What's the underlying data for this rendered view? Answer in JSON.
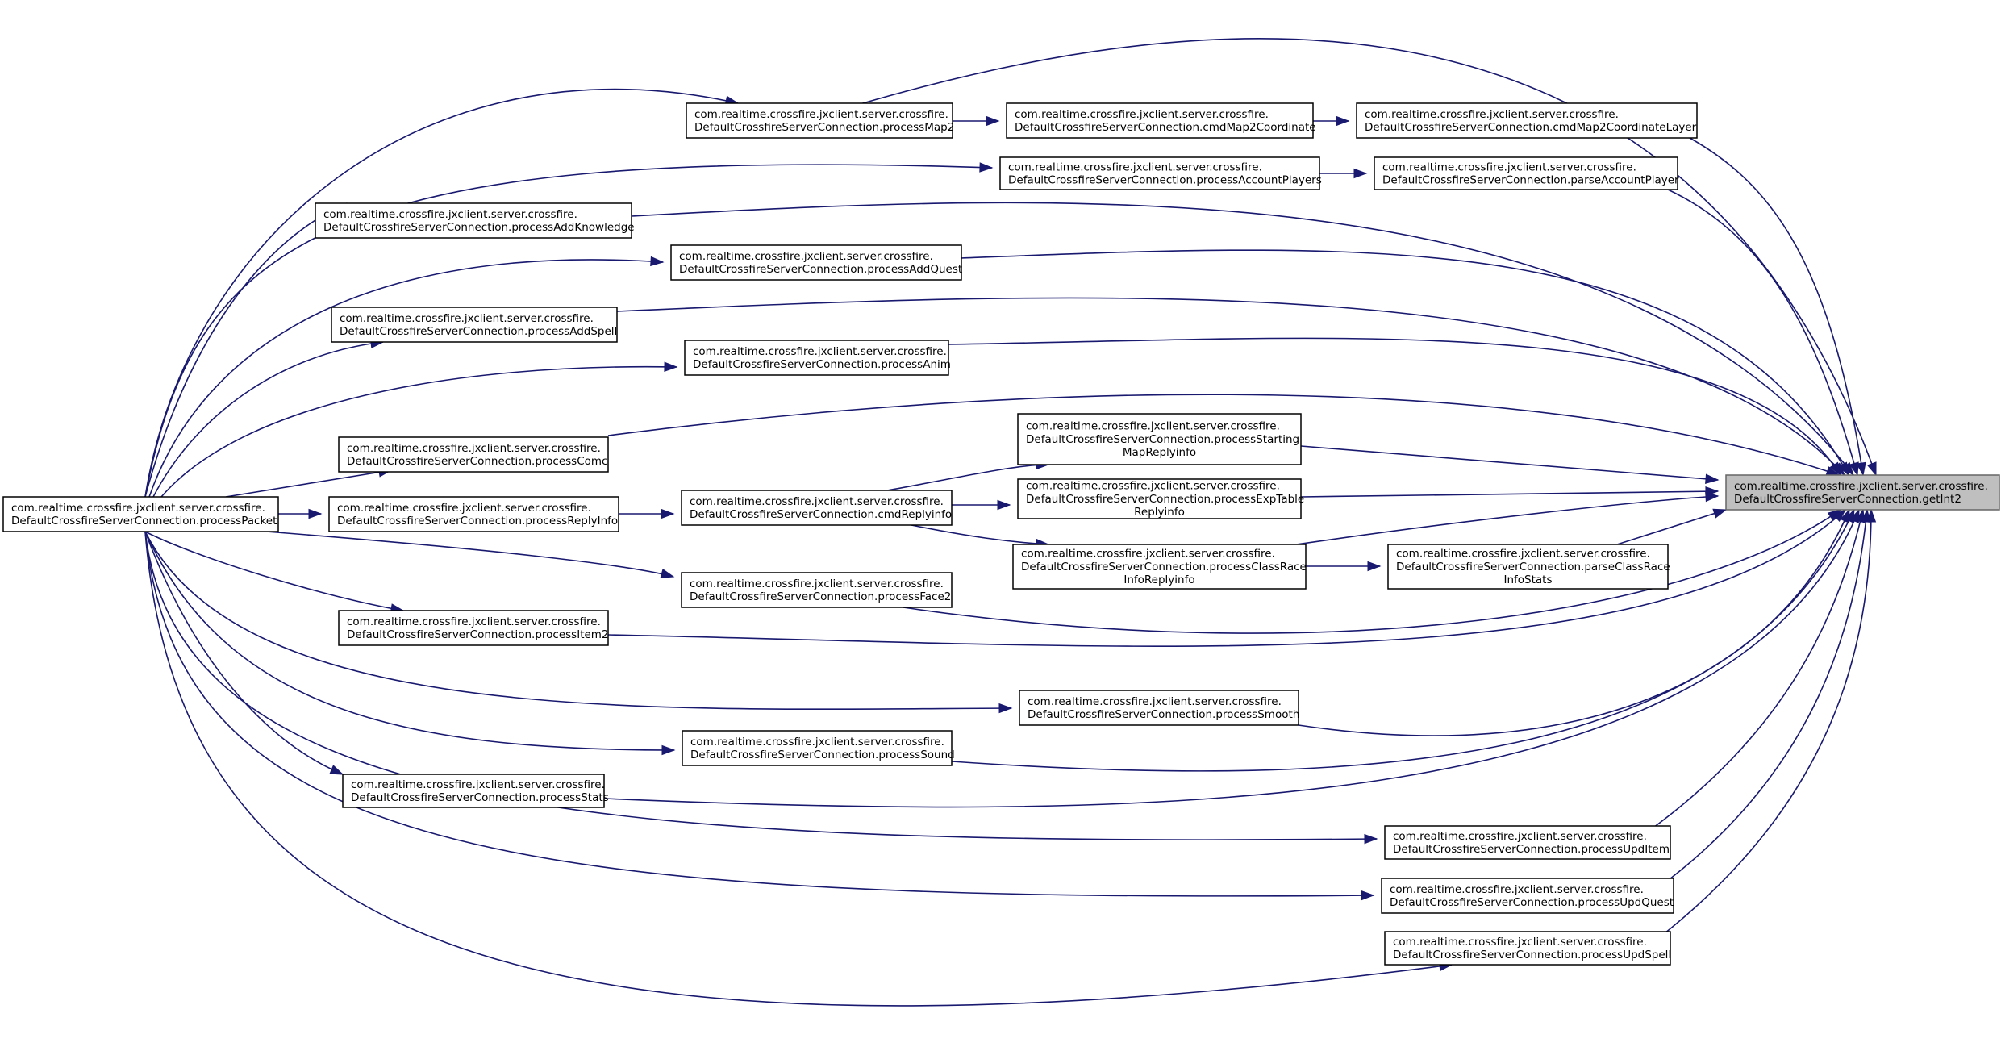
{
  "graph": {
    "pkg_prefix": "com.realtime.crossfire.jxclient.server.crossfire.",
    "nodes": [
      {
        "id": "getInt2",
        "lines": [
          "com.realtime.crossfire.jxclient.server.crossfire.",
          "DefaultCrossfireServerConnection.getInt2"
        ],
        "highlight": true
      },
      {
        "id": "processPacket",
        "lines": [
          "com.realtime.crossfire.jxclient.server.crossfire.",
          "DefaultCrossfireServerConnection.processPacket"
        ]
      },
      {
        "id": "processMap2",
        "lines": [
          "com.realtime.crossfire.jxclient.server.crossfire.",
          "DefaultCrossfireServerConnection.processMap2"
        ]
      },
      {
        "id": "cmdMap2Coordinate",
        "lines": [
          "com.realtime.crossfire.jxclient.server.crossfire.",
          "DefaultCrossfireServerConnection.cmdMap2Coordinate"
        ]
      },
      {
        "id": "cmdMap2CoordinateLayer",
        "lines": [
          "com.realtime.crossfire.jxclient.server.crossfire.",
          "DefaultCrossfireServerConnection.cmdMap2CoordinateLayer"
        ]
      },
      {
        "id": "processAccountPlayers",
        "lines": [
          "com.realtime.crossfire.jxclient.server.crossfire.",
          "DefaultCrossfireServerConnection.processAccountPlayers"
        ]
      },
      {
        "id": "parseAccountPlayer",
        "lines": [
          "com.realtime.crossfire.jxclient.server.crossfire.",
          "DefaultCrossfireServerConnection.parseAccountPlayer"
        ]
      },
      {
        "id": "processAddKnowledge",
        "lines": [
          "com.realtime.crossfire.jxclient.server.crossfire.",
          "DefaultCrossfireServerConnection.processAddKnowledge"
        ]
      },
      {
        "id": "processAddQuest",
        "lines": [
          "com.realtime.crossfire.jxclient.server.crossfire.",
          "DefaultCrossfireServerConnection.processAddQuest"
        ]
      },
      {
        "id": "processAddSpell",
        "lines": [
          "com.realtime.crossfire.jxclient.server.crossfire.",
          "DefaultCrossfireServerConnection.processAddSpell"
        ]
      },
      {
        "id": "processAnim",
        "lines": [
          "com.realtime.crossfire.jxclient.server.crossfire.",
          "DefaultCrossfireServerConnection.processAnim"
        ]
      },
      {
        "id": "processComc",
        "lines": [
          "com.realtime.crossfire.jxclient.server.crossfire.",
          "DefaultCrossfireServerConnection.processComc"
        ]
      },
      {
        "id": "processStartingMapReplyinfo",
        "lines": [
          "com.realtime.crossfire.jxclient.server.crossfire.",
          "DefaultCrossfireServerConnection.processStarting",
          "MapReplyinfo"
        ]
      },
      {
        "id": "processReplyInfo",
        "lines": [
          "com.realtime.crossfire.jxclient.server.crossfire.",
          "DefaultCrossfireServerConnection.processReplyInfo"
        ]
      },
      {
        "id": "cmdReplyinfo",
        "lines": [
          "com.realtime.crossfire.jxclient.server.crossfire.",
          "DefaultCrossfireServerConnection.cmdReplyinfo"
        ]
      },
      {
        "id": "processExpTableReplyinfo",
        "lines": [
          "com.realtime.crossfire.jxclient.server.crossfire.",
          "DefaultCrossfireServerConnection.processExpTable",
          "Replyinfo"
        ]
      },
      {
        "id": "processClassRaceInfoReplyinfo",
        "lines": [
          "com.realtime.crossfire.jxclient.server.crossfire.",
          "DefaultCrossfireServerConnection.processClassRace",
          "InfoReplyinfo"
        ]
      },
      {
        "id": "parseClassRaceInfoStats",
        "lines": [
          "com.realtime.crossfire.jxclient.server.crossfire.",
          "DefaultCrossfireServerConnection.parseClassRace",
          "InfoStats"
        ]
      },
      {
        "id": "processFace2",
        "lines": [
          "com.realtime.crossfire.jxclient.server.crossfire.",
          "DefaultCrossfireServerConnection.processFace2"
        ]
      },
      {
        "id": "processItem2",
        "lines": [
          "com.realtime.crossfire.jxclient.server.crossfire.",
          "DefaultCrossfireServerConnection.processItem2"
        ]
      },
      {
        "id": "processSmooth",
        "lines": [
          "com.realtime.crossfire.jxclient.server.crossfire.",
          "DefaultCrossfireServerConnection.processSmooth"
        ]
      },
      {
        "id": "processSound",
        "lines": [
          "com.realtime.crossfire.jxclient.server.crossfire.",
          "DefaultCrossfireServerConnection.processSound"
        ]
      },
      {
        "id": "processStats",
        "lines": [
          "com.realtime.crossfire.jxclient.server.crossfire.",
          "DefaultCrossfireServerConnection.processStats"
        ]
      },
      {
        "id": "processUpdItem",
        "lines": [
          "com.realtime.crossfire.jxclient.server.crossfire.",
          "DefaultCrossfireServerConnection.processUpdItem"
        ]
      },
      {
        "id": "processUpdQuest",
        "lines": [
          "com.realtime.crossfire.jxclient.server.crossfire.",
          "DefaultCrossfireServerConnection.processUpdQuest"
        ]
      },
      {
        "id": "processUpdSpell",
        "lines": [
          "com.realtime.crossfire.jxclient.server.crossfire.",
          "DefaultCrossfireServerConnection.processUpdSpell"
        ]
      }
    ],
    "edges": [
      {
        "from": "processMap2",
        "to": "getInt2"
      },
      {
        "from": "processMap2",
        "to": "cmdMap2Coordinate"
      },
      {
        "from": "cmdMap2Coordinate",
        "to": "cmdMap2CoordinateLayer"
      },
      {
        "from": "cmdMap2CoordinateLayer",
        "to": "getInt2"
      },
      {
        "from": "processAccountPlayers",
        "to": "parseAccountPlayer"
      },
      {
        "from": "parseAccountPlayer",
        "to": "getInt2"
      },
      {
        "from": "processAddKnowledge",
        "to": "getInt2"
      },
      {
        "from": "processAddQuest",
        "to": "getInt2"
      },
      {
        "from": "processAddSpell",
        "to": "getInt2"
      },
      {
        "from": "processAnim",
        "to": "getInt2"
      },
      {
        "from": "processComc",
        "to": "getInt2"
      },
      {
        "from": "processStartingMapReplyinfo",
        "to": "getInt2"
      },
      {
        "from": "processExpTableReplyinfo",
        "to": "getInt2"
      },
      {
        "from": "processClassRaceInfoReplyinfo",
        "to": "getInt2"
      },
      {
        "from": "processClassRaceInfoReplyinfo",
        "to": "parseClassRaceInfoStats"
      },
      {
        "from": "parseClassRaceInfoStats",
        "to": "getInt2"
      },
      {
        "from": "cmdReplyinfo",
        "to": "processStartingMapReplyinfo"
      },
      {
        "from": "cmdReplyinfo",
        "to": "processExpTableReplyinfo"
      },
      {
        "from": "cmdReplyinfo",
        "to": "processClassRaceInfoReplyinfo"
      },
      {
        "from": "processReplyInfo",
        "to": "cmdReplyinfo"
      },
      {
        "from": "processFace2",
        "to": "getInt2"
      },
      {
        "from": "processItem2",
        "to": "getInt2"
      },
      {
        "from": "processSmooth",
        "to": "getInt2"
      },
      {
        "from": "processSound",
        "to": "getInt2"
      },
      {
        "from": "processStats",
        "to": "getInt2"
      },
      {
        "from": "processUpdItem",
        "to": "getInt2"
      },
      {
        "from": "processUpdQuest",
        "to": "getInt2"
      },
      {
        "from": "processUpdSpell",
        "to": "getInt2"
      },
      {
        "from": "processPacket",
        "to": "processMap2"
      },
      {
        "from": "processPacket",
        "to": "processAccountPlayers"
      },
      {
        "from": "processPacket",
        "to": "processAddKnowledge"
      },
      {
        "from": "processPacket",
        "to": "processAddQuest"
      },
      {
        "from": "processPacket",
        "to": "processAddSpell"
      },
      {
        "from": "processPacket",
        "to": "processAnim"
      },
      {
        "from": "processPacket",
        "to": "processComc"
      },
      {
        "from": "processPacket",
        "to": "processReplyInfo"
      },
      {
        "from": "processPacket",
        "to": "processFace2"
      },
      {
        "from": "processPacket",
        "to": "processItem2"
      },
      {
        "from": "processPacket",
        "to": "processSmooth"
      },
      {
        "from": "processPacket",
        "to": "processSound"
      },
      {
        "from": "processPacket",
        "to": "processStats"
      },
      {
        "from": "processPacket",
        "to": "processUpdItem"
      },
      {
        "from": "processPacket",
        "to": "processUpdQuest"
      },
      {
        "from": "processPacket",
        "to": "processUpdSpell"
      }
    ]
  }
}
